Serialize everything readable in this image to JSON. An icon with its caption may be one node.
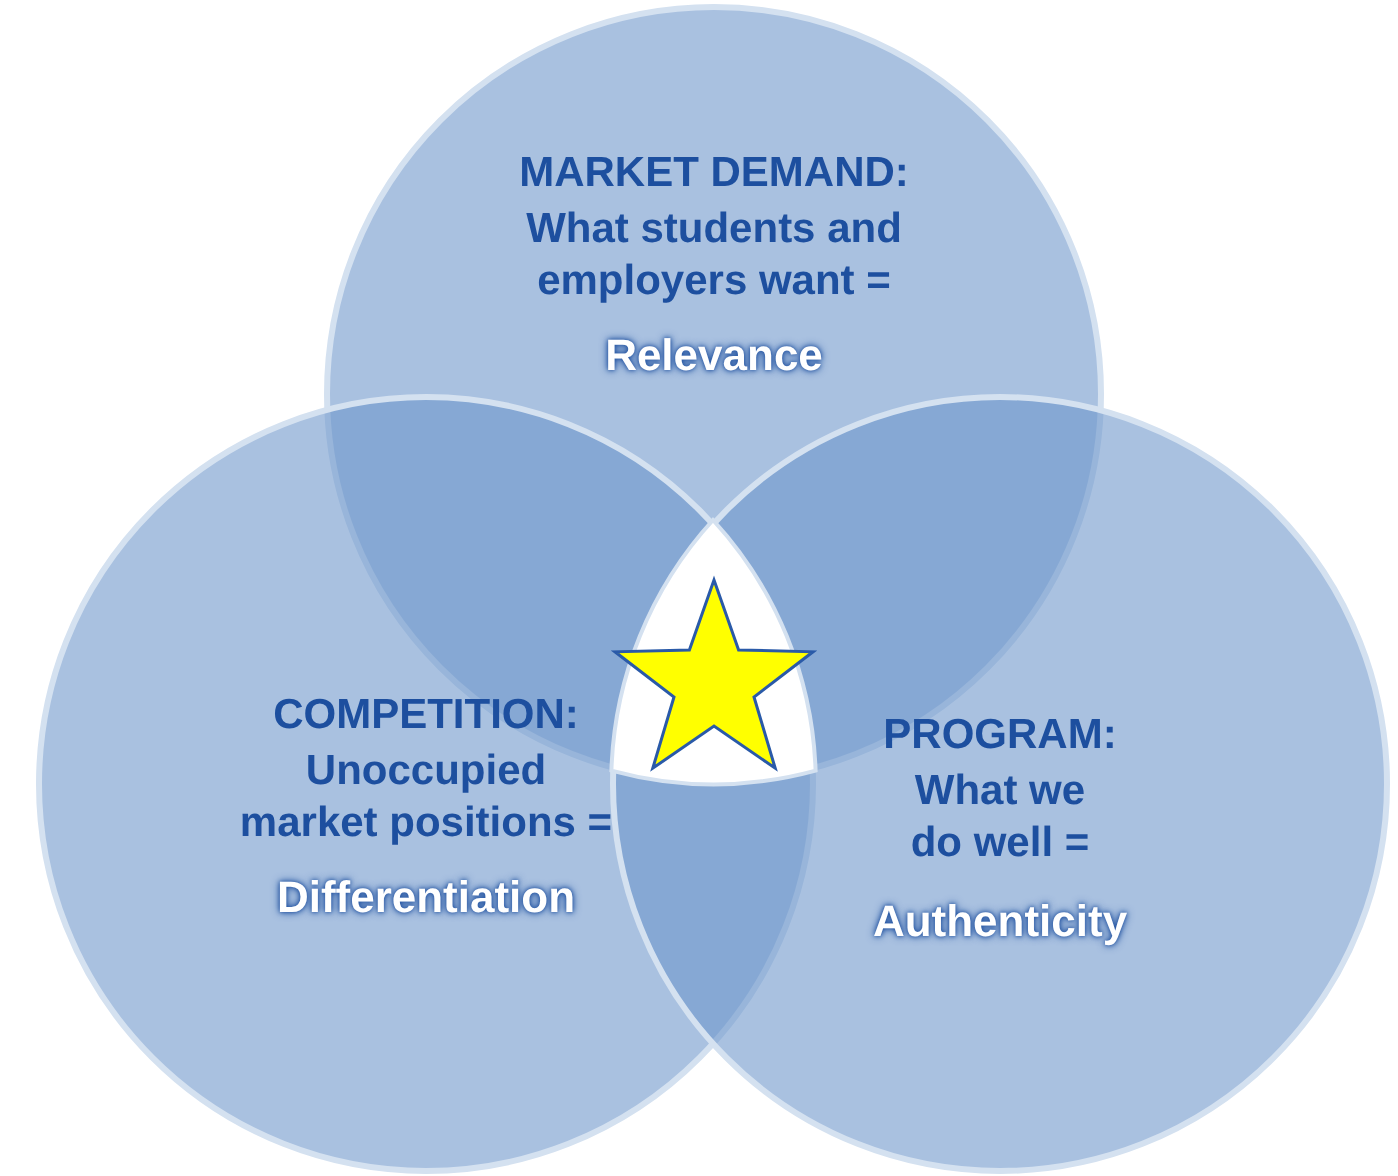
{
  "diagram": {
    "nodes": [
      {
        "text": [
          "MARKET DEMAND:",
          "What students and employers want =",
          "Relevance"
        ]
      },
      {
        "text": [
          "COMPETITION:",
          "Unoccupied market positions =",
          "Differentiation"
        ]
      },
      {
        "text": [
          "PROGRAM:",
          "What we do well =",
          "Authenticity"
        ]
      }
    ]
  }
}
